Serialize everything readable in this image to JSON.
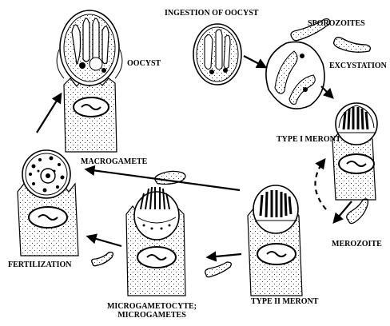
{
  "labels": {
    "ingestion": "INGESTION OF OOCYST",
    "sporozoites": "SPOROZOITES",
    "excystation": "EXCYSTATION",
    "oocyst": "OOCYST",
    "type1_meront": "TYPE I MERONT",
    "macrogamete": "MACROGAMETE",
    "merozoite": "MEROZOITE",
    "fertilization": "FERTILIZATION",
    "type2_meront": "TYPE II MERONT",
    "microgametocyte_line1": "MICROGAMETOCYTE;",
    "microgametocyte_line2": "MICROGAMETES"
  },
  "colors": {
    "ink": "#000000",
    "paper": "#ffffff"
  },
  "stages": [
    "oocyst-on-host-cell",
    "ingested-oocyst",
    "excysting-oocyst",
    "sporozoite",
    "type1-meront-cell",
    "merozoite",
    "type2-meront-cell",
    "microgametocyte-cell",
    "macrogamete-cell"
  ]
}
